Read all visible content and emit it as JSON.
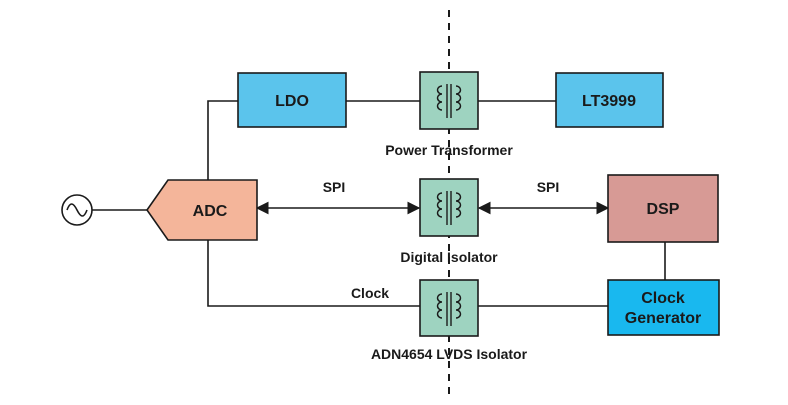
{
  "blocks": {
    "ldo": "LDO",
    "lt3999": "LT3999",
    "adc": "ADC",
    "dsp": "DSP",
    "clock_generator_line1": "Clock",
    "clock_generator_line2": "Generator"
  },
  "captions": {
    "power_transformer": "Power Transformer",
    "digital_isolator": "Digital Isolator",
    "lvds_isolator": "ADN4654 LVDS Isolator"
  },
  "signals": {
    "spi_left": "SPI",
    "spi_right": "SPI",
    "clock": "Clock"
  },
  "colors": {
    "ldo_fill": "#5bc4ec",
    "lt3999_fill": "#5bc4ec",
    "adc_fill": "#f4b59a",
    "dsp_fill": "#d79a95",
    "clockgen_fill": "#19b8ef",
    "isolator_fill": "#9ed3c0",
    "stroke": "#1a1a1a"
  },
  "icons": {
    "signal_source": "sine-wave-source-icon",
    "isolator": "transformer-icon"
  }
}
